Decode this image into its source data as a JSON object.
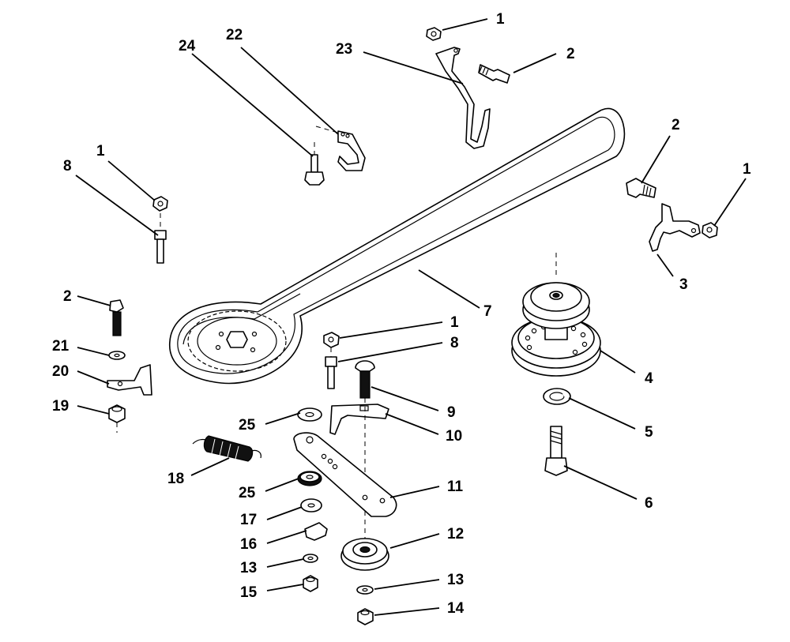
{
  "diagram": {
    "type": "exploded-parts-drawing",
    "callouts": [
      "1",
      "2",
      "3",
      "4",
      "5",
      "6",
      "7",
      "8",
      "9",
      "10",
      "11",
      "12",
      "13",
      "14",
      "15",
      "16",
      "17",
      "18",
      "19",
      "20",
      "21",
      "22",
      "23",
      "24",
      "25"
    ]
  }
}
